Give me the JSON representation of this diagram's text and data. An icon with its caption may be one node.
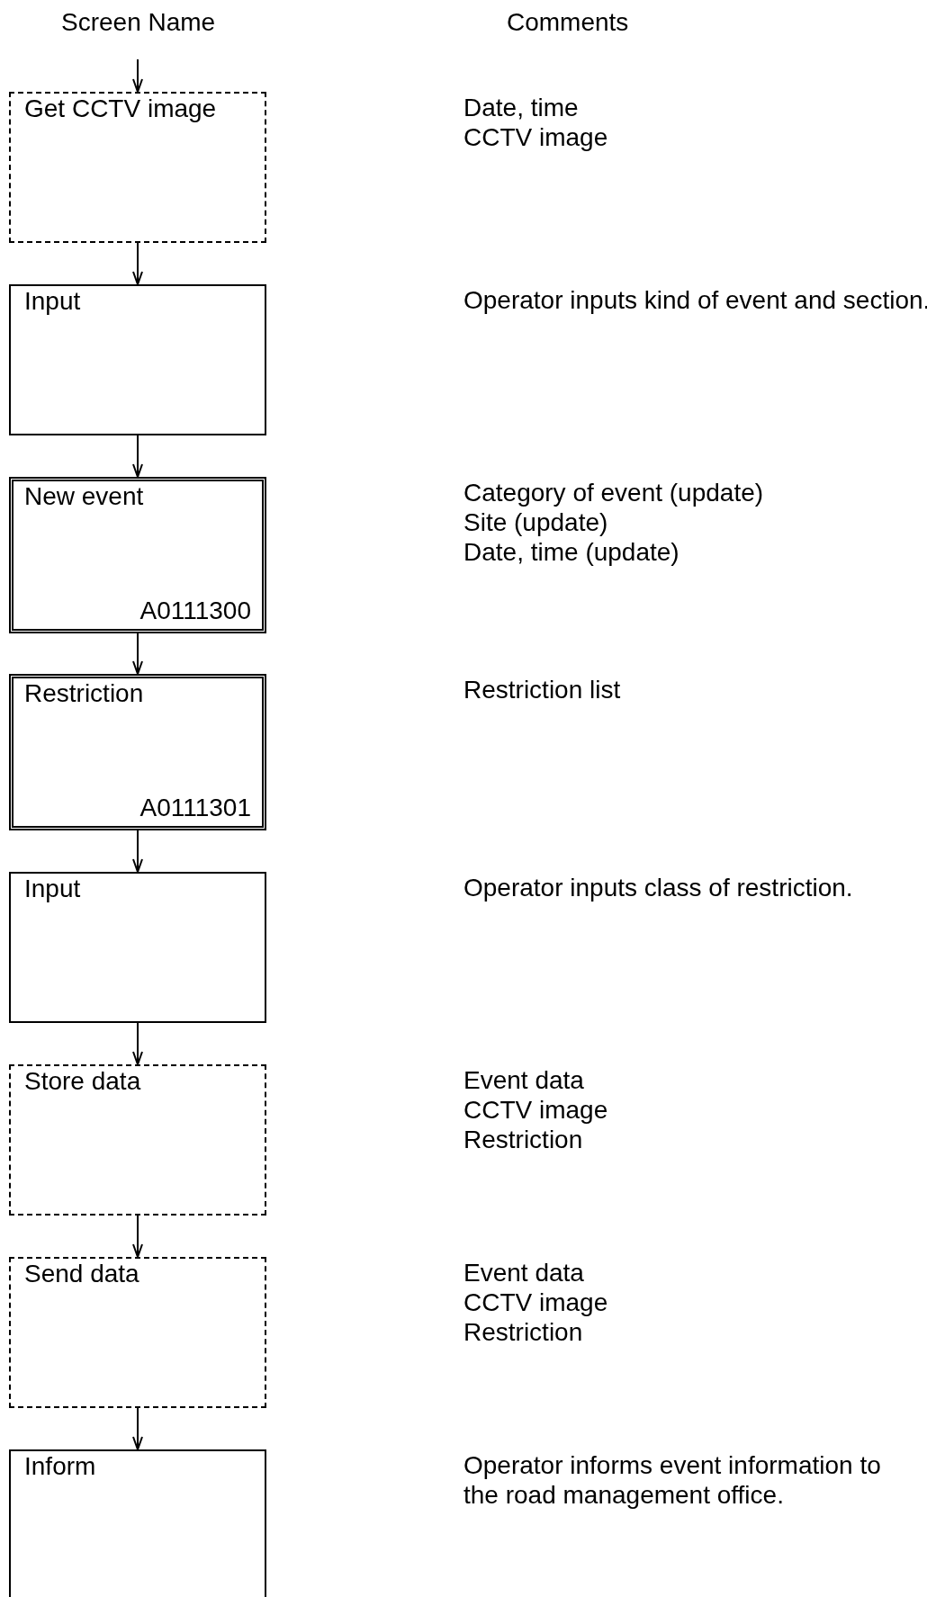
{
  "diagram": {
    "nodes": [
      {
        "text": [
          "Get CCTV image"
        ]
      },
      {
        "text": [
          "Input"
        ]
      },
      {
        "text": [
          "New event",
          "A0111300"
        ]
      },
      {
        "text": [
          "Restriction",
          "A0111301"
        ]
      },
      {
        "text": [
          "Input"
        ]
      },
      {
        "text": [
          "Store data"
        ]
      },
      {
        "text": [
          "Send data"
        ]
      },
      {
        "text": [
          "Inform"
        ]
      }
    ],
    "edges": [
      {
        "from": null,
        "to": 0,
        "arrow": "to"
      },
      {
        "from": 0,
        "to": 1,
        "arrow": "to"
      },
      {
        "from": 1,
        "to": 2,
        "arrow": "to"
      },
      {
        "from": 2,
        "to": 3,
        "arrow": "to"
      },
      {
        "from": 3,
        "to": 4,
        "arrow": "to"
      },
      {
        "from": 4,
        "to": 5,
        "arrow": "to"
      },
      {
        "from": 5,
        "to": 6,
        "arrow": "to"
      },
      {
        "from": 6,
        "to": 7,
        "arrow": "to"
      }
    ],
    "labels": [
      "Screen Name",
      "Comments",
      "Date, time",
      "CCTV image",
      "Operator inputs kind of event and section.",
      "Category of event (update)",
      "Site (update)",
      "Date, time (update)",
      "Restriction list",
      "Operator inputs class of restriction.",
      "Event data",
      "CCTV image",
      "Restriction",
      "Event data",
      "CCTV image",
      "Restriction",
      "Operator informs event information to the road management office."
    ]
  }
}
